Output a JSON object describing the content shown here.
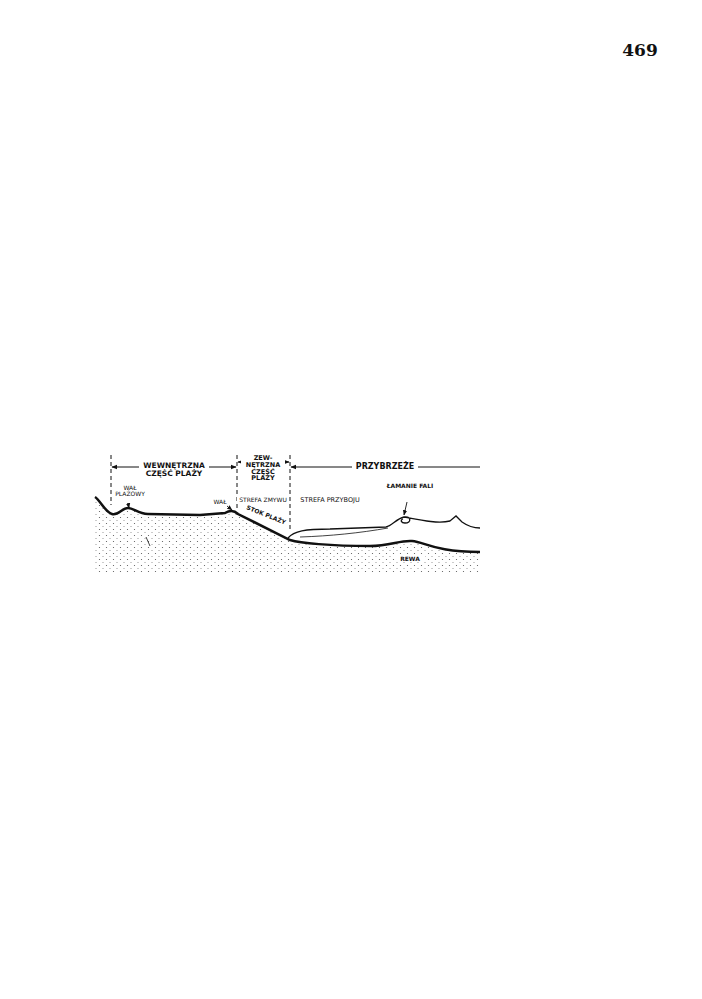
{
  "diagram": {
    "labels": [
      "469",
      "WEWNĘTRZNA CZĘŚĆ PLAŻY",
      "ZEW- NĘTRZNA CZĘŚĆ PLAŻY",
      "PRZYBRZEŻE",
      "WAŁ PLAŻOWY",
      "WAŁ",
      "STOK PLAŻY",
      "STREFA ZMYWU",
      "STREFA PRZYBOJU",
      "ŁAMANIE FALI",
      "REWA"
    ]
  }
}
